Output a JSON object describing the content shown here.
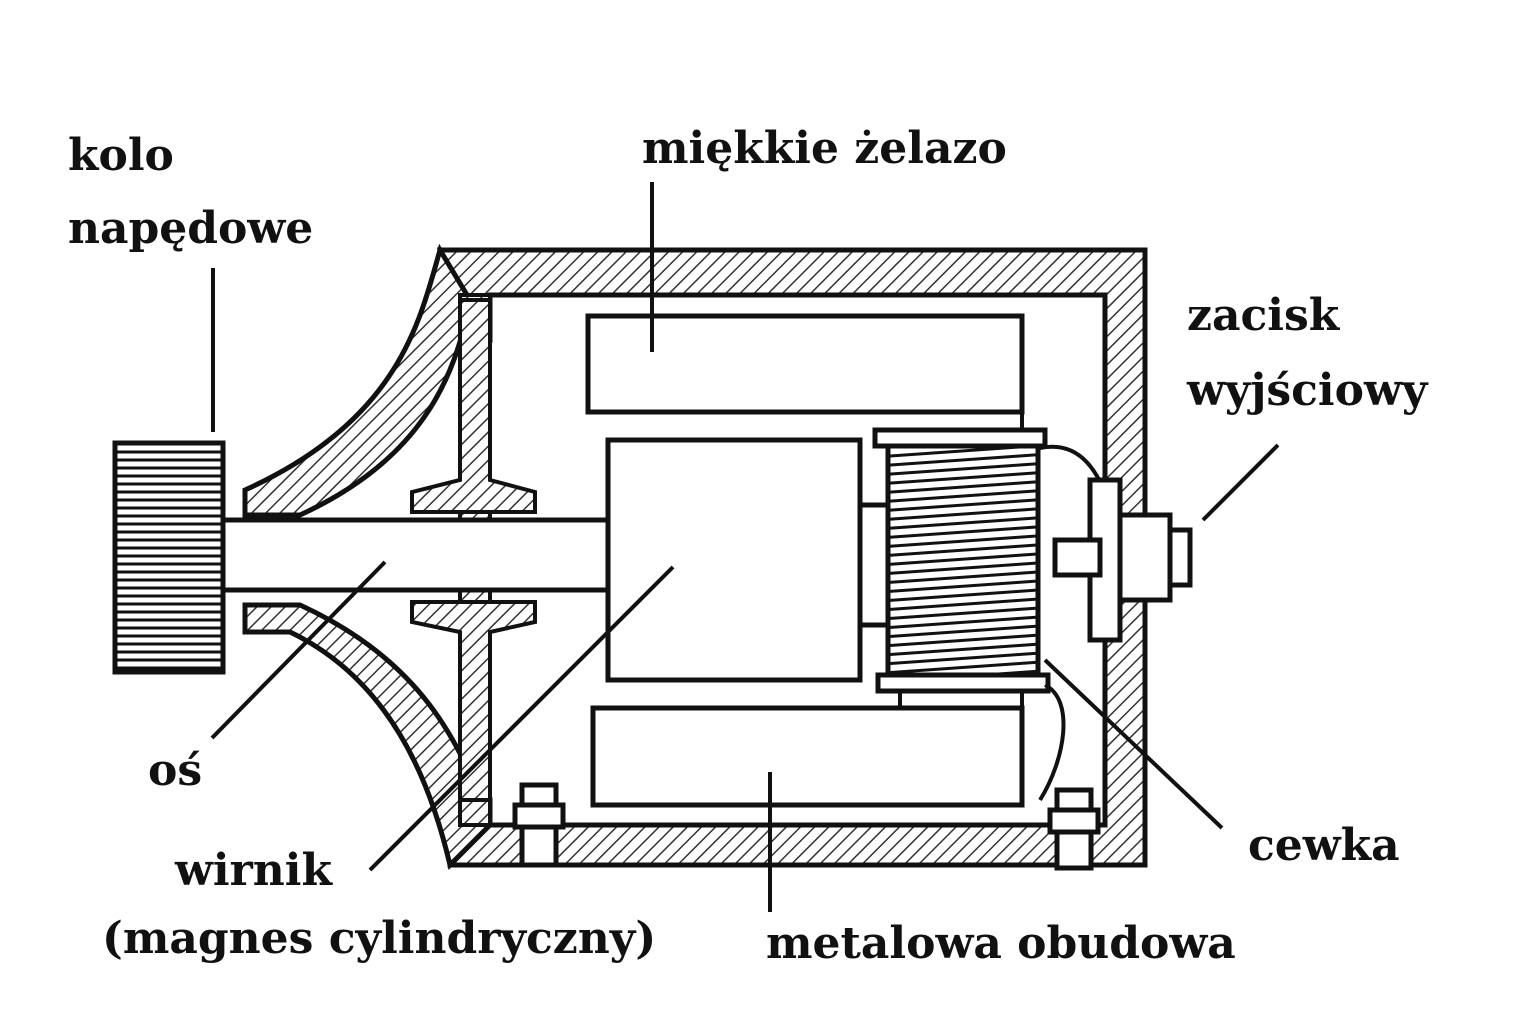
{
  "labels": {
    "drive_wheel_line1": "kolo",
    "drive_wheel_line2": "napędowe",
    "soft_iron": "miękkie żelazo",
    "output_terminal_line1": "zacisk",
    "output_terminal_line2": "wyjściowy",
    "axle": "oś",
    "rotor_line1": "wirnik",
    "rotor_line2": "(magnes cylindryczny)",
    "coil": "cewka",
    "metal_housing": "metalowa obudowa"
  }
}
